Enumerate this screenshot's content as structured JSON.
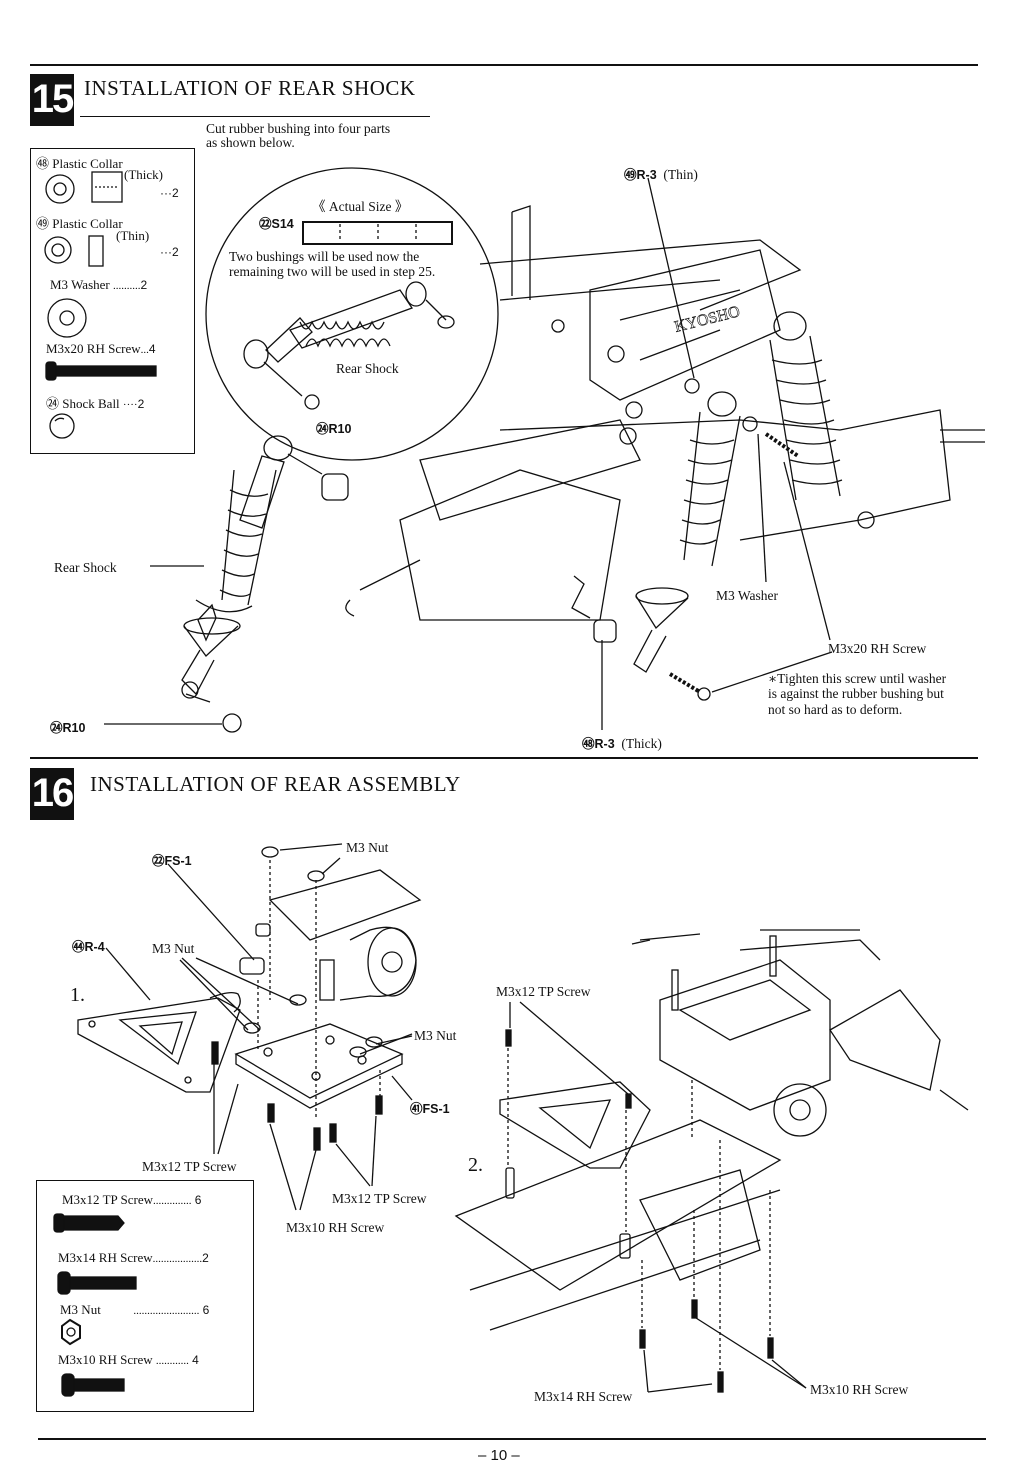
{
  "page_number": "– 10 –",
  "step15": {
    "number": "15",
    "title": "INSTALLATION OF REAR SHOCK",
    "cut_note": [
      "Cut rubber bushing into four parts",
      "as shown below."
    ],
    "actual_size": "《 Actual Size 》",
    "bushing_code": "㉒S14",
    "bushing_note": [
      "Two bushings will be used now the",
      "remaining two will be used in step 25."
    ],
    "labels": {
      "rear_shock_inset": "Rear Shock",
      "rear_shock_left": "Rear Shock",
      "r10_inset": "㉔R10",
      "r10_bottom": "㉔R10",
      "r3_thin_code": "㊾R-3",
      "r3_thin_text": "(Thin)",
      "r3_thick_code": "㊽R-3",
      "r3_thick_text": "(Thick)",
      "m3_washer": "M3 Washer",
      "m3x20": "M3x20 RH Screw",
      "tighten_note": [
        "∗Tighten this screw until washer",
        "is against the rubber bushing but",
        "not so hard as to deform."
      ]
    },
    "parts": [
      {
        "name": "㊽ Plastic Collar",
        "sub": "(Thick)",
        "qty": "···2"
      },
      {
        "name": "㊾ Plastic Collar",
        "sub": "(Thin)",
        "qty": "···2"
      },
      {
        "name": "M3 Washer",
        "dots": "..........",
        "qty": "2"
      },
      {
        "name": "M3x20 RH Screw",
        "dots": "...",
        "qty": "4"
      },
      {
        "name": "㉔ Shock Ball",
        "dots": "····",
        "qty": "2"
      }
    ]
  },
  "step16": {
    "number": "16",
    "title": "INSTALLATION OF REAR ASSEMBLY",
    "labels": {
      "fs1_top": "㉒FS-1",
      "m3_nut_top": "M3 Nut",
      "r4": "㊹R-4",
      "m3_nut_left": "M3 Nut",
      "m3_nut_right": "M3 Nut",
      "fs1_right": "㊶FS-1",
      "m3x12_left": "M3x12 TP Screw",
      "m3x12_mid": "M3x12 TP Screw",
      "m3x10_mid": "M3x10 RH Screw",
      "m3x12_right": "M3x12 TP Screw",
      "m3x14_bottom": "M3x14 RH Screw",
      "m3x10_bottom": "M3x10 RH Screw",
      "step1": "1.",
      "step2": "2."
    },
    "parts": [
      {
        "name": "M3x12 TP Screw",
        "dots": "..............",
        "qty": "6"
      },
      {
        "name": "M3x14 RH Screw",
        "dots": "..................",
        "qty": "2"
      },
      {
        "name": "M3 Nut",
        "dots": "........................",
        "qty": "6"
      },
      {
        "name": "M3x10 RH Screw",
        "dots": "............",
        "qty": "4"
      }
    ]
  }
}
